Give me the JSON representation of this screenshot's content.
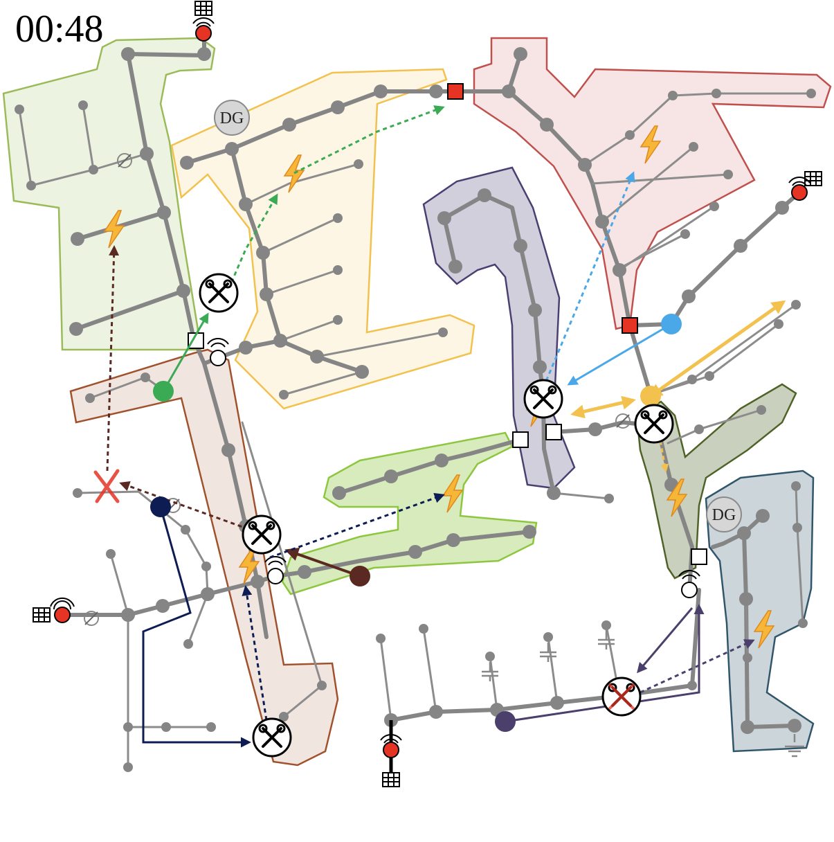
{
  "timer": "00:48",
  "dg_label": "DG",
  "colors": {
    "feeder": "#858585",
    "zone_green_light": "#9bbb59",
    "zone_yellow": "#f2c14e",
    "zone_red": "#c0504d",
    "zone_purple": "#4b3f72",
    "zone_brown": "#a0522d",
    "zone_green": "#8dc63f",
    "zone_olive": "#4f6228",
    "zone_blue": "#31566b",
    "crew_green": "#3aaa54",
    "crew_brown": "#5a2a22",
    "crew_navy": "#0e1c54",
    "crew_blue": "#4aa8e8",
    "crew_yellow": "#f2c14e",
    "crew_violet": "#4b3f6b",
    "switch_open": "#e53324",
    "fault": "#f6b637"
  },
  "icons": [
    "clock-text",
    "distributed-generator-icon",
    "fault-bolt-icon",
    "repair-crew-icon",
    "substation-grid-icon",
    "antenna-icon",
    "switch-closed-square-icon",
    "switch-open-square-icon",
    "capacitor-icon",
    "ground-icon",
    "damaged-x-icon",
    "circuit-breaker-icon"
  ]
}
